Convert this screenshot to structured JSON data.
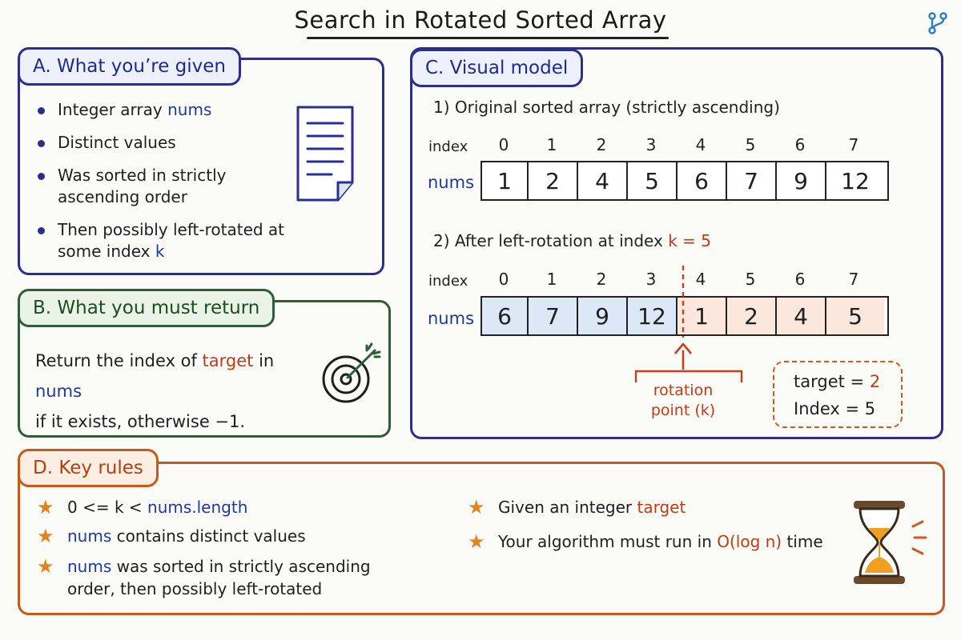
{
  "title": "Search in Rotated Sorted Array",
  "icons": {
    "branch": "git-branch-icon",
    "document": "document-icon",
    "target": "target-icon",
    "hourglass": "hourglass-icon",
    "star": "star-icon"
  },
  "colors": {
    "navy": "#2a2f8f",
    "green": "#2f5d38",
    "orange": "#c8581c",
    "red_accent": "#c23a16",
    "blue_accent": "#1f3a9e"
  },
  "panel_a": {
    "heading": "A. What you’re given",
    "items": [
      {
        "text": "Integer array ",
        "code": "nums"
      },
      {
        "text": "Distinct values"
      },
      {
        "text": "Was sorted in strictly ascending order"
      },
      {
        "text": "Then possibly left-rotated at some index ",
        "code": "k"
      }
    ]
  },
  "panel_b": {
    "heading": "B. What you must return",
    "t1": "Return the index of ",
    "target_word": "target",
    "t2": " in ",
    "nums_word": "nums",
    "t3": "if it exists, otherwise −1."
  },
  "panel_c": {
    "heading": "C. Visual model",
    "step1_title": "1) Original sorted array (strictly ascending)",
    "step2_prefix": "2) After left-rotation at index ",
    "step2_k": "k = 5",
    "index_label": "index",
    "nums_label": "nums",
    "indices": [
      "0",
      "1",
      "2",
      "3",
      "4",
      "5",
      "6",
      "7"
    ],
    "original": [
      "1",
      "2",
      "4",
      "5",
      "6",
      "7",
      "9",
      "12"
    ],
    "rotated": [
      "6",
      "7",
      "9",
      "12",
      "1",
      "2",
      "4",
      "5"
    ],
    "rotation_label_1": "rotation",
    "rotation_label_2": "point (k)",
    "target_label": "target = ",
    "target_value": "2",
    "index_result_label": "Index = ",
    "index_result_value": "5"
  },
  "panel_d": {
    "heading": "D. Key rules",
    "left": [
      {
        "parts": [
          {
            "t": "0 <= k < ",
            "c": ""
          },
          {
            "t": "nums.length",
            "c": "blue"
          }
        ]
      },
      {
        "parts": [
          {
            "t": "nums",
            "c": "blue"
          },
          {
            "t": " contains distinct values",
            "c": ""
          }
        ]
      },
      {
        "parts": [
          {
            "t": "nums",
            "c": "blue"
          },
          {
            "t": " was sorted in strictly ascending order, then possibly left-rotated",
            "c": ""
          }
        ]
      }
    ],
    "right": [
      {
        "parts": [
          {
            "t": "Given an integer ",
            "c": ""
          },
          {
            "t": "target",
            "c": "red"
          }
        ]
      },
      {
        "parts": [
          {
            "t": "Your algorithm must run in ",
            "c": ""
          },
          {
            "t": "O(log n)",
            "c": "red"
          },
          {
            "t": " time",
            "c": ""
          }
        ]
      }
    ]
  }
}
